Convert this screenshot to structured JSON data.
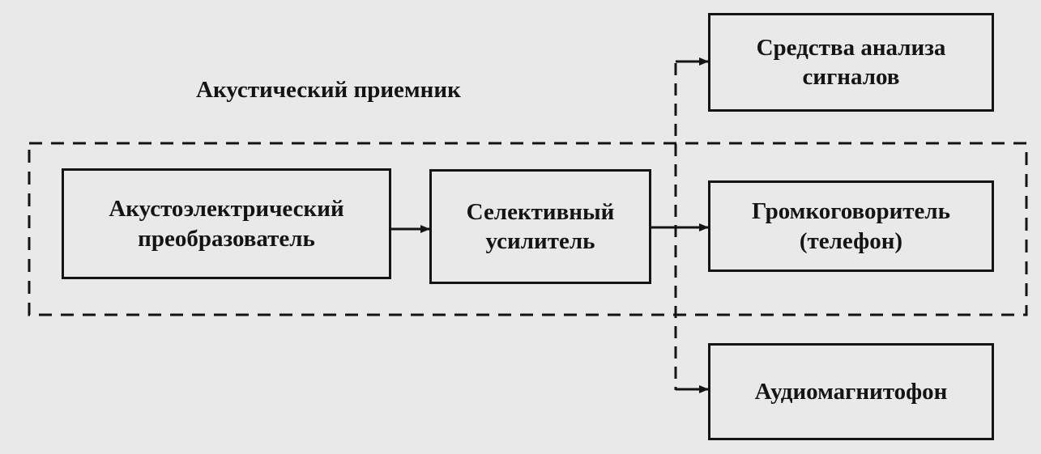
{
  "diagram": {
    "group_label": "Акустический приемник",
    "boxes": {
      "converter": [
        "Акустоэлектрический",
        "преобразователь"
      ],
      "amplifier": [
        "Селективный",
        "усилитель"
      ],
      "analysis": [
        "Средства анализа",
        "сигналов"
      ],
      "speaker": [
        "Громкоговоритель",
        "(телефон)"
      ],
      "recorder": [
        "Аудиомагнитофон"
      ]
    }
  }
}
